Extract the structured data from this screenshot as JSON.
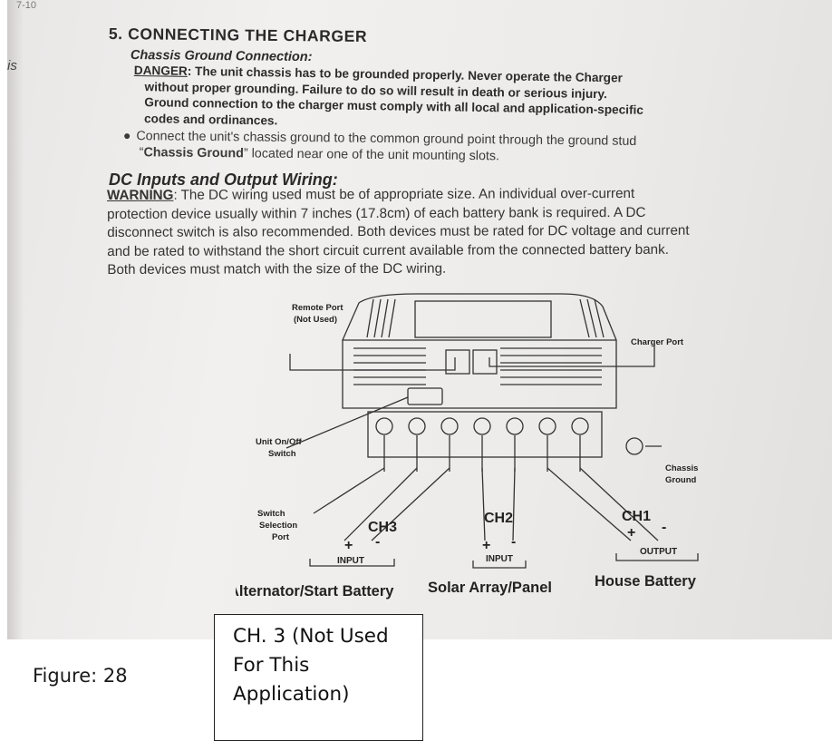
{
  "page": {
    "edge_fragment": "7-10",
    "margin_fragment": "is",
    "section_heading": "5. CONNECTING THE CHARGER",
    "chassis": {
      "title": "Chassis Ground Connection:",
      "danger_label": "DANGER",
      "danger_line1": ": The unit chassis has to be grounded properly. Never operate the Charger",
      "danger_line2": "without proper grounding. Failure to do so will result in death or serious injury.",
      "danger_line3": "Ground connection to the charger must comply with all local and application-specific",
      "danger_line4": "codes and ordinances.",
      "bullet_line1": "Connect the unit's chassis ground to the common ground point through the ground stud",
      "bullet_quote_open": "“",
      "bullet_bold": "Chassis Ground",
      "bullet_line2_rest": "” located near one of the unit mounting slots."
    },
    "dc": {
      "title": "DC Inputs and Output Wiring:",
      "warning_label": "WARNING",
      "warning_line1": ": The DC wiring used must be of appropriate size. An individual over-current",
      "warning_line2": "protection device usually within 7 inches (17.8cm) of each battery bank is required. A DC",
      "warning_line3": "disconnect switch is also recommended. Both devices must be rated for DC voltage and current",
      "warning_line4": "and be rated to withstand the short circuit current available from the connected battery bank.",
      "warning_line5": "Both devices must match with the size of the DC wiring."
    },
    "diagram": {
      "remote_port_l1": "Remote Port",
      "remote_port_l2": "(Not Used)",
      "charger_port": "Charger Port",
      "on_off_l1": "Unit On/Off",
      "on_off_l2": "Switch",
      "chassis_ground_l1": "Chassis",
      "chassis_ground_l2": "Ground",
      "switch_sel_l1": "Switch",
      "switch_sel_l2": "Selection",
      "switch_sel_l3": "Port",
      "ch3": "CH3",
      "ch2": "CH2",
      "ch1": "CH1",
      "plus": "+",
      "minus": "-",
      "input": "INPUT",
      "output": "OUTPUT",
      "alternator": "Alternator/Start Battery",
      "solar": "Solar Array/Panel",
      "house": "House Battery"
    }
  },
  "figure_label": "Figure: 28",
  "note": {
    "line1": "CH. 3 (Not Used",
    "line2": "For This",
    "line3": "Application)"
  }
}
